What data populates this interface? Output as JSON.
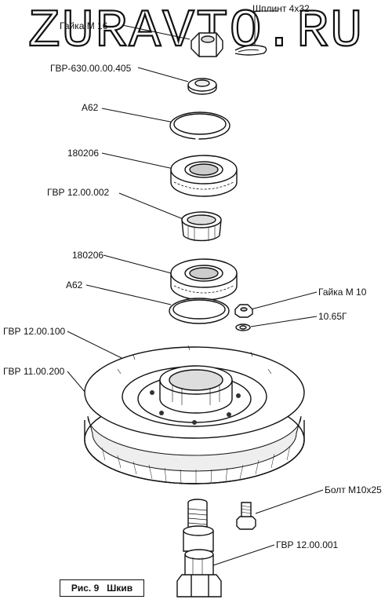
{
  "watermark": "ZURAVTO.RU",
  "labels": {
    "cotter_pin": "Шплинт 4х32",
    "nut_m16": "Гайка М 16",
    "washer": "ГВР-630.00.00.405",
    "ring_a62_top": "А62",
    "bearing_top": "180206",
    "spacer": "ГВР 12.00.002",
    "bearing_bottom": "180206",
    "ring_a62_bottom": "А62",
    "nut_m10": "Гайка М 10",
    "washer_small": "10.65Г",
    "hub": "ГВР 12.00.100",
    "pulley": "ГВР 11.00.200",
    "bolt": "Болт М10х25",
    "shaft": "ГВР 12.00.001"
  },
  "caption": {
    "figure": "Рис. 9",
    "title": "Шкив"
  }
}
